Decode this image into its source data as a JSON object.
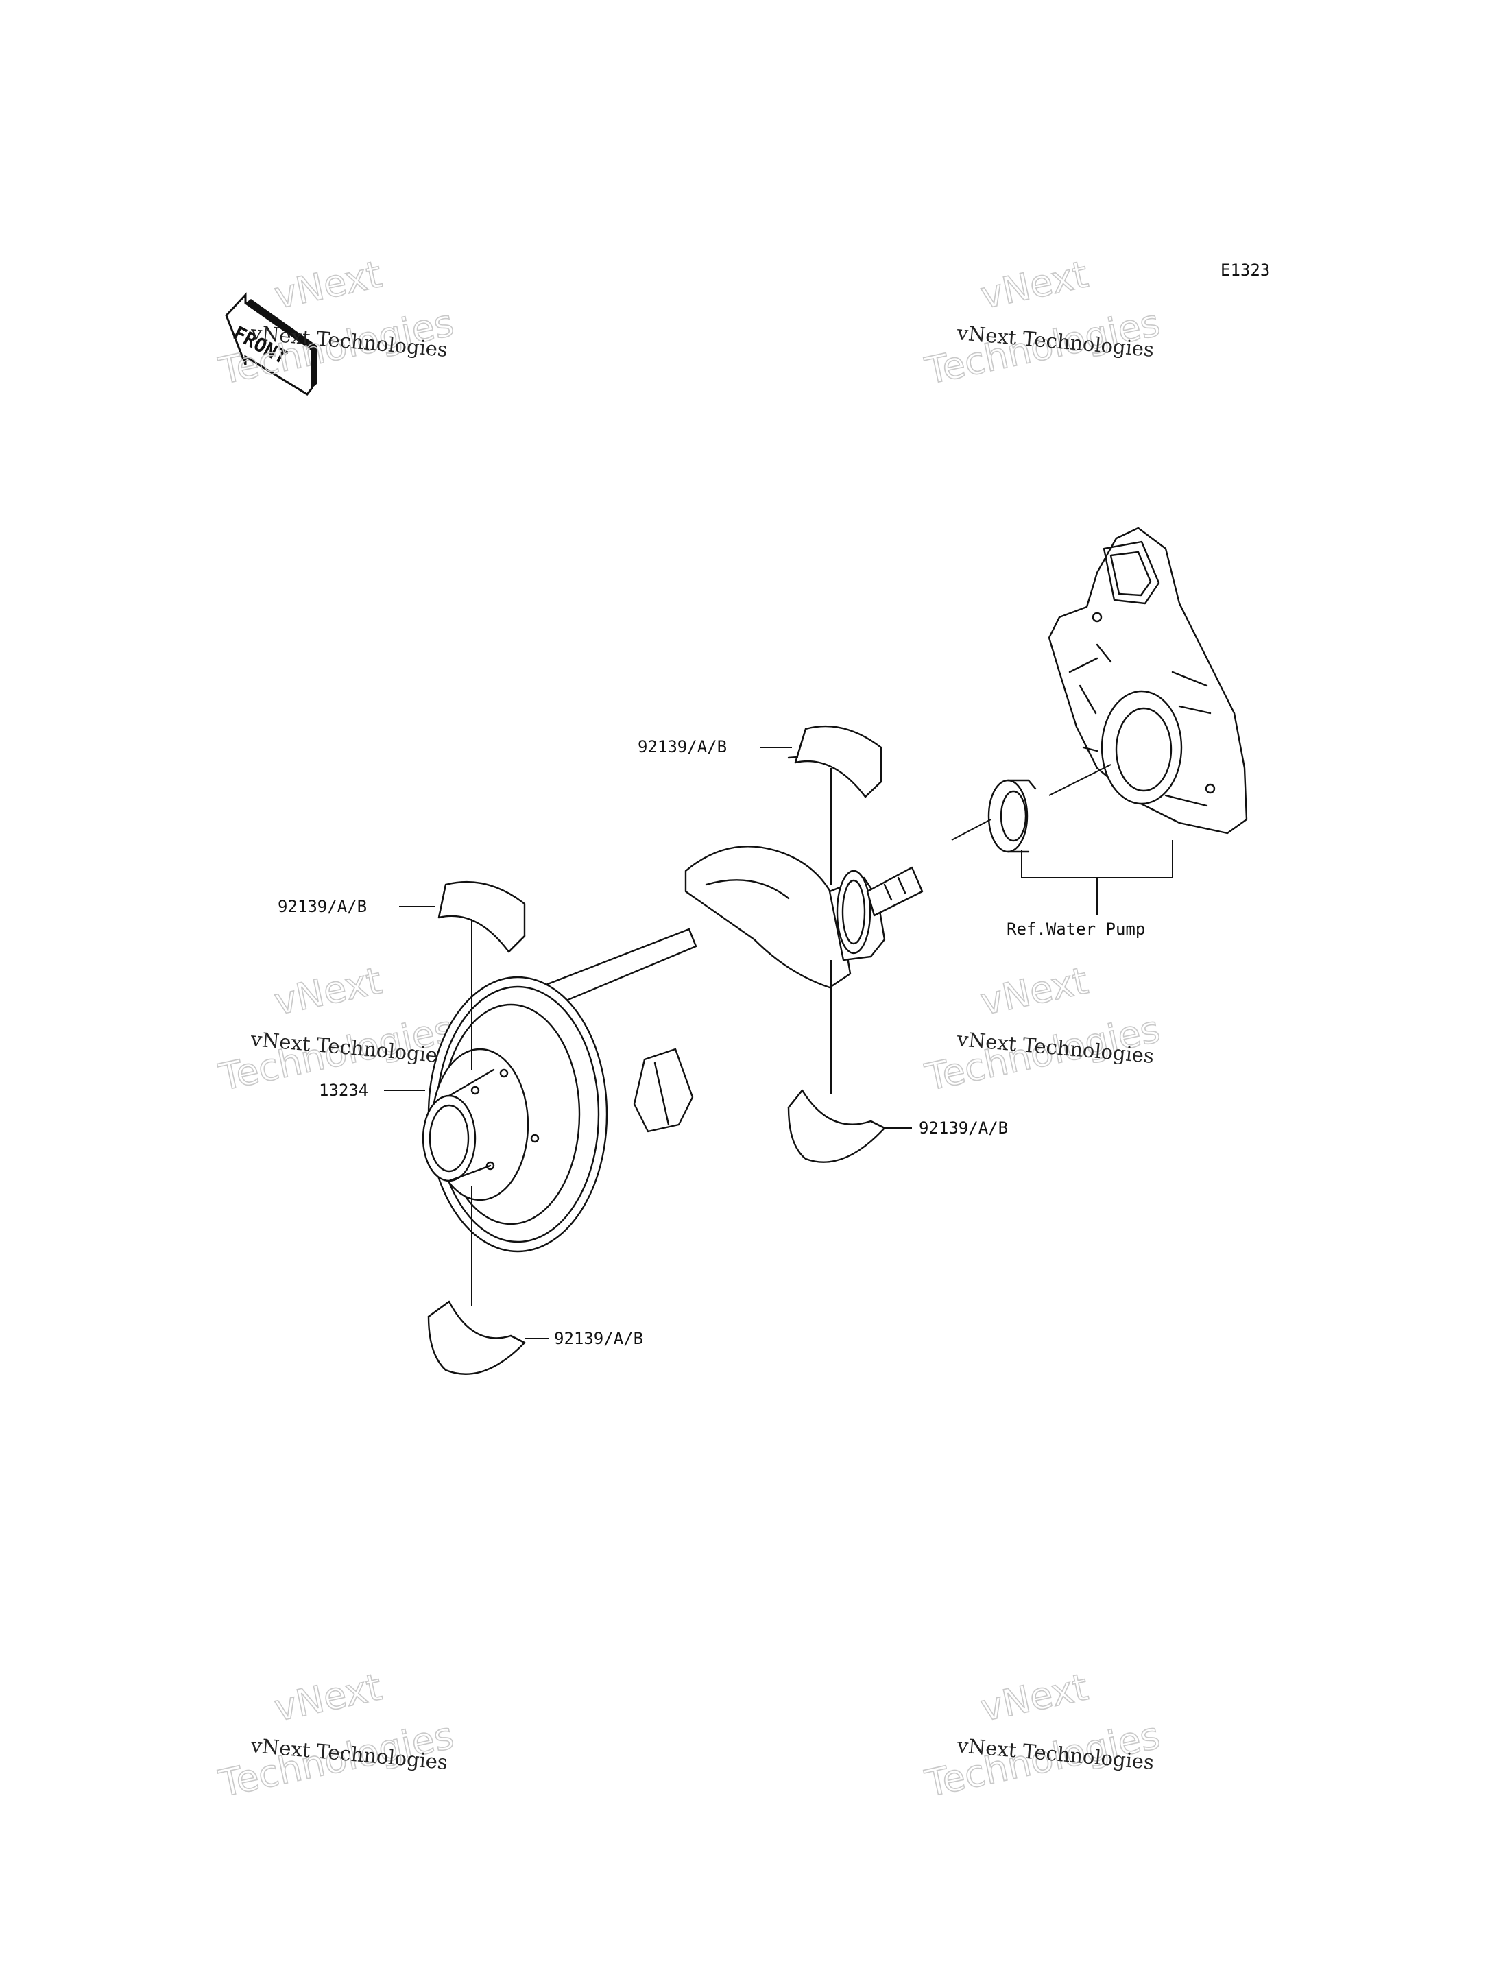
{
  "diagram": {
    "code": "E1323",
    "front_badge": "FRONT",
    "callouts": {
      "bearing_top": "92139/A/B",
      "bearing_left": "92139/A/B",
      "bearing_right": "92139/A/B",
      "bearing_bottom": "92139/A/B",
      "gear": "13234",
      "water_pump_ref": "Ref.Water Pump"
    },
    "watermarks": [
      {
        "line1": "vNext",
        "line2": "Technologies",
        "small": "vNext Technologies"
      },
      {
        "line1": "vNext",
        "line2": "Technologies",
        "small": "vNext Technologies"
      },
      {
        "line1": "vNext",
        "line2": "Technologies",
        "small": "vNext Technologies"
      },
      {
        "line1": "vNext",
        "line2": "Technologies",
        "small": "vNext Technologies"
      },
      {
        "line1": "vNext",
        "line2": "Technologies",
        "small": "vNext Technologies"
      },
      {
        "line1": "vNext",
        "line2": "Technologies",
        "small": "vNext Technologies"
      }
    ]
  }
}
